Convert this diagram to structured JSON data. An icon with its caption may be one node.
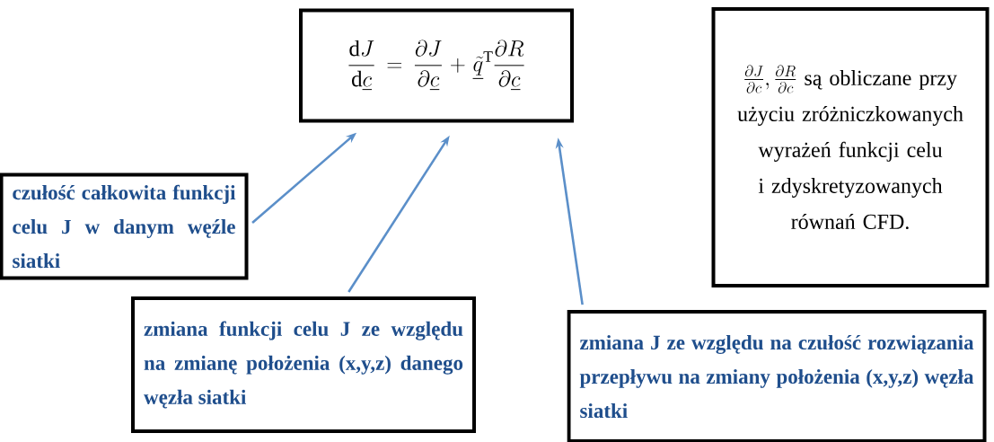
{
  "diagram": {
    "nodes": [
      {
        "text": [
          "\\frac{\\mathrm{d}J}{\\mathrm{d}\\underline{c}} = \\frac{\\partial J}{\\partial \\underline{c}} + \\underline{\\tilde{q}}^{\\mathrm{T}} \\frac{\\partial R}{\\partial \\underline{c}}"
        ]
      },
      {
        "text": [
          "\\frac{\\partial J}{\\partial c}, \\frac{\\partial R}{\\partial c}",
          "są obliczane przy użyciu zróżniczkowanych wyrażeń funkcji celu i zdyskretyzowanych równań CFD."
        ]
      },
      {
        "text": [
          "czułość całkowita funkcji celu J w danym węźle siatki"
        ]
      },
      {
        "text": [
          "zmiana funkcji celu J ze względu na zmianę położenia (x,y,z) danego węzła siatki"
        ]
      },
      {
        "text": [
          "zmiana J ze względu na czułość rozwiązania przepływu na zmiany położenia (x,y,z) węzła siatki"
        ]
      }
    ],
    "edges": [
      {
        "from": 2,
        "to": 0,
        "arrow": "to"
      },
      {
        "from": 3,
        "to": 0,
        "arrow": "to"
      },
      {
        "from": 4,
        "to": 0,
        "arrow": "to"
      }
    ]
  }
}
